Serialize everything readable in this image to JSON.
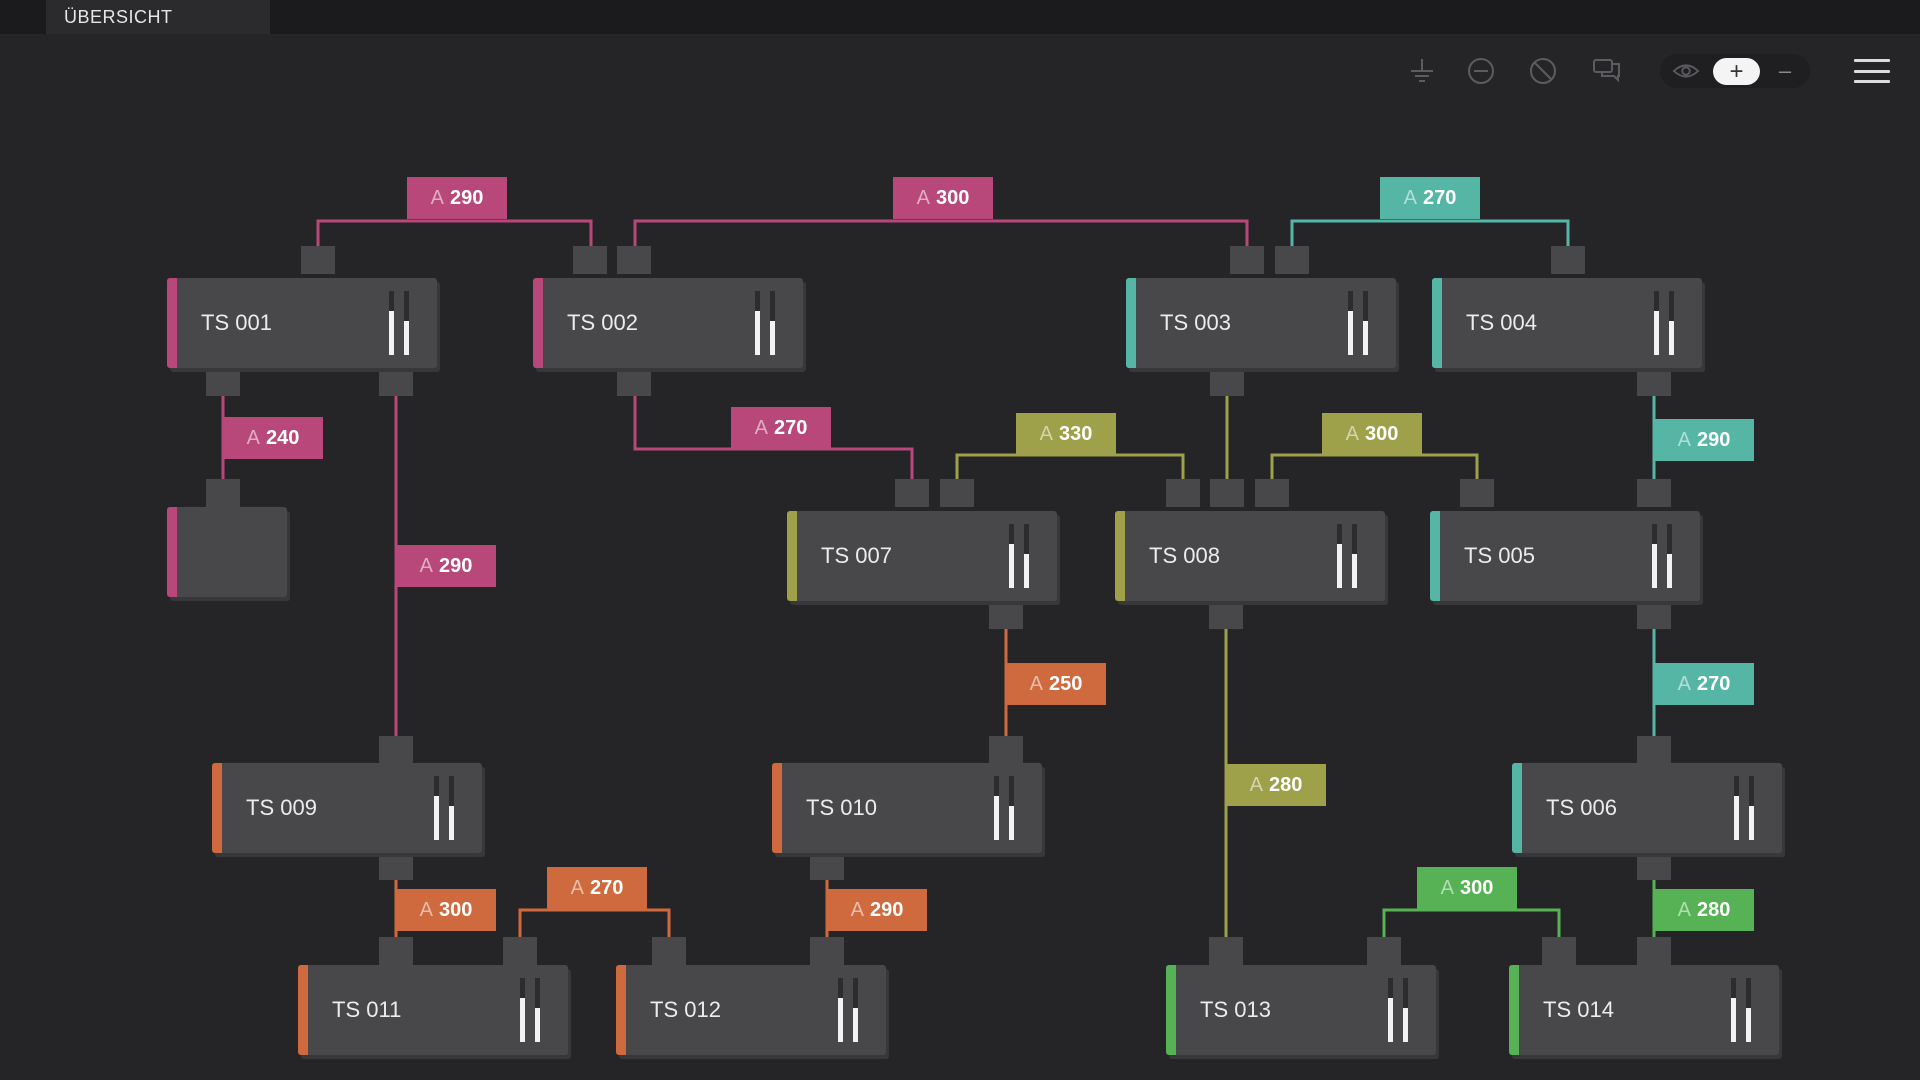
{
  "tab": {
    "label": "ÜBERSICHT"
  },
  "toolbar": {
    "tools": [
      "ground-icon",
      "minus-circle-icon",
      "block-icon",
      "chat-icon"
    ],
    "view_icon": "eye-icon",
    "zoom_in": "+",
    "zoom_out": "–",
    "menu_icon": "hamburger-menu-icon"
  },
  "colors": {
    "pink": "#b8487a",
    "teal": "#56b6a6",
    "olive": "#9fa04a",
    "orange": "#cf6a3e",
    "green": "#56b255"
  },
  "nodes": [
    {
      "label": "TS 001",
      "color": "pink"
    },
    {
      "label": "TS 002",
      "color": "pink"
    },
    {
      "label": "TS 003",
      "color": "teal"
    },
    {
      "label": "TS 004",
      "color": "teal"
    },
    {
      "label": "",
      "color": "pink"
    },
    {
      "label": "TS 007",
      "color": "olive"
    },
    {
      "label": "TS 008",
      "color": "olive"
    },
    {
      "label": "TS 005",
      "color": "teal"
    },
    {
      "label": "TS 009",
      "color": "orange"
    },
    {
      "label": "TS 010",
      "color": "orange"
    },
    {
      "label": "TS 006",
      "color": "teal"
    },
    {
      "label": "TS 011",
      "color": "orange"
    },
    {
      "label": "TS 012",
      "color": "orange"
    },
    {
      "label": "TS 013",
      "color": "green"
    },
    {
      "label": "TS 014",
      "color": "green"
    }
  ],
  "badges": [
    {
      "prefix": "A",
      "value": "290",
      "color": "pink"
    },
    {
      "prefix": "A",
      "value": "300",
      "color": "pink"
    },
    {
      "prefix": "A",
      "value": "270",
      "color": "teal"
    },
    {
      "prefix": "A",
      "value": "240",
      "color": "pink"
    },
    {
      "prefix": "A",
      "value": "270",
      "color": "pink"
    },
    {
      "prefix": "A",
      "value": "330",
      "color": "olive"
    },
    {
      "prefix": "A",
      "value": "300",
      "color": "olive"
    },
    {
      "prefix": "A",
      "value": "290",
      "color": "teal"
    },
    {
      "prefix": "A",
      "value": "290",
      "color": "pink"
    },
    {
      "prefix": "A",
      "value": "250",
      "color": "orange"
    },
    {
      "prefix": "A",
      "value": "270",
      "color": "teal"
    },
    {
      "prefix": "A",
      "value": "280",
      "color": "olive"
    },
    {
      "prefix": "A",
      "value": "270",
      "color": "orange"
    },
    {
      "prefix": "A",
      "value": "300",
      "color": "green"
    },
    {
      "prefix": "A",
      "value": "300",
      "color": "orange"
    },
    {
      "prefix": "A",
      "value": "290",
      "color": "orange"
    },
    {
      "prefix": "A",
      "value": "280",
      "color": "green"
    }
  ]
}
